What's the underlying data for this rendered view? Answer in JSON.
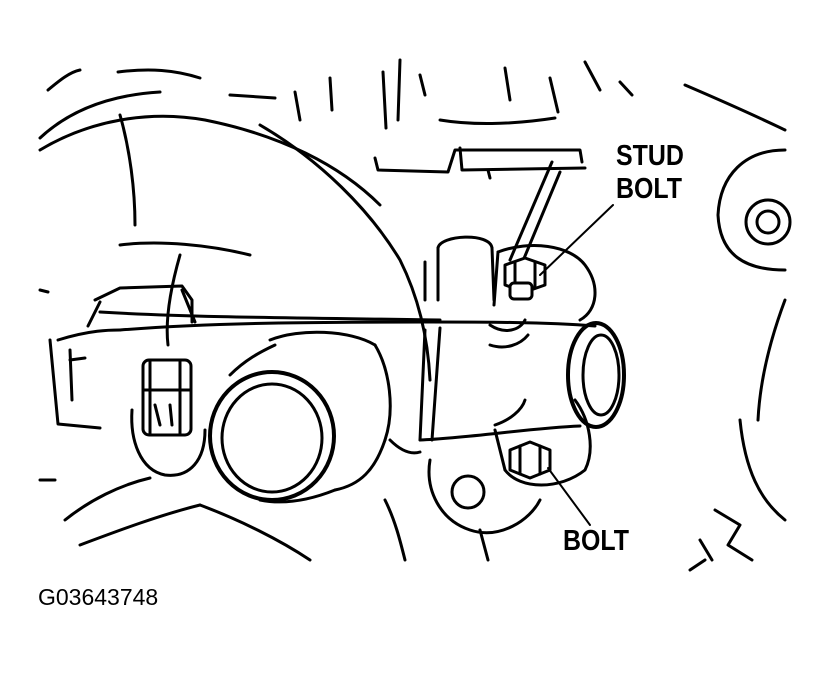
{
  "callouts": {
    "stud_bolt_line1": "STUD",
    "stud_bolt_line2": "BOLT",
    "bolt": "BOLT"
  },
  "figure_id": "G03643748",
  "colors": {
    "ink": "#000000",
    "paper": "#ffffff"
  }
}
